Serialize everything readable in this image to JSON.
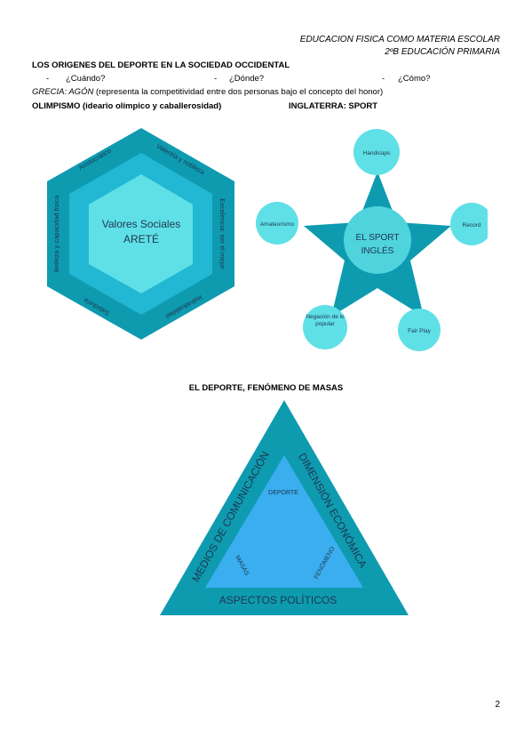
{
  "header": {
    "line1": "EDUCACION FISICA COMO MATERIA ESCOLAR",
    "line2": "2ºB EDUCACIÓN PRIMARIA"
  },
  "section1": {
    "title": "LOS ORIGENES DEL DEPORTE EN LA SOCIEDAD OCCIDENTAL",
    "questions": [
      "¿Cuándo?",
      "¿Dónde?",
      "¿Cómo?"
    ],
    "bullet": "-",
    "grecia_label": "GRECIA: AGÓN",
    "grecia_text": " (representa la competitividad entre dos personas bajo el concepto del honor)",
    "olimpismo": "OLIMPISMO (ideario olímpico y caballerosidad)",
    "inglaterra": "INGLATERRA: SPORT"
  },
  "hexagon": {
    "center_line1": "Valores Sociales",
    "center_line2": "ARETÉ",
    "edges": [
      "Aristocrático",
      "Valentía y nobleza",
      "Excelencia: ser el mejor",
      "Individualidad",
      "Sabiduría",
      "Belleza y capacidad física"
    ],
    "colors": {
      "outer": "#0e9bb0",
      "middle": "#22b8d4",
      "inner": "#5fe0e6"
    }
  },
  "star": {
    "center_line1": "EL SPORT",
    "center_line2": "INGLÉS",
    "nodes": [
      "Handicaps",
      "Record",
      "Fair Play",
      "Negación de lo popular",
      "Amateurismo"
    ],
    "colors": {
      "star": "#0e9bb0",
      "center": "#4fd3dd",
      "nodes": "#5fe0e6"
    }
  },
  "triangle": {
    "title": "EL DEPORTE, FENÓMENO DE MASAS",
    "left": "MEDIOS DE COMUNICACIÓN",
    "right": "DIMENSIÓN ECONÓMICA",
    "bottom": "ASPECTOS POLÍTICOS",
    "inner_top": "DEPORTE",
    "inner_left": "MASAS",
    "inner_right": "FENÓMENO",
    "colors": {
      "outer": "#0e9bb0",
      "inner": "#3aaeee"
    }
  },
  "page_number": "2"
}
